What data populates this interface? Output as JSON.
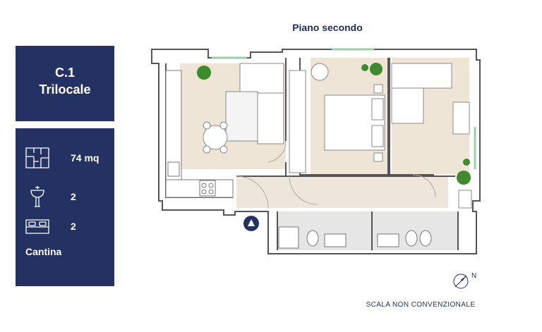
{
  "floor": {
    "title": "Piano secondo"
  },
  "unit": {
    "code": "C.1",
    "type": "Trilocale"
  },
  "details": {
    "area": "74 mq",
    "bathrooms": "2",
    "bedrooms": "2",
    "extra": "Cantina"
  },
  "icons": {
    "area": "floorplan-icon",
    "bathrooms": "sink-icon",
    "bedrooms": "bed-icon",
    "entrance": "entrance-arrow-icon",
    "compass": "compass-icon"
  },
  "compass": {
    "label": "N"
  },
  "scale": {
    "label": "SCALA NON CONVENZIONALE"
  },
  "colors": {
    "panel": "#243163",
    "title_text": "#1f2d5c",
    "floor_wood": "#eee4d6",
    "floor_tile": "#e5e5e5",
    "plant": "#3f8a2c"
  }
}
